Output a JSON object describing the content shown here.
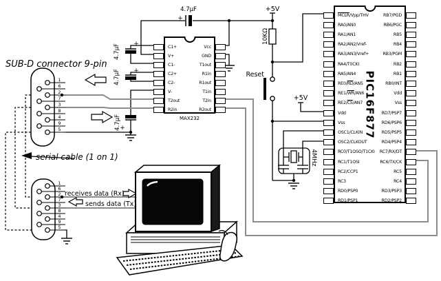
{
  "labels": {
    "subd_title": "SUB-D connector 9-pin",
    "serial_cable": "serial cable (1 on 1)",
    "receives": "receives data (Rx)",
    "sends": "sends data (Tx)",
    "reset": "Reset",
    "plus5v": "+5V",
    "resistor_value": "10KΩ",
    "crystal_value": "4MHz",
    "cap_value": "4.7µF",
    "plus": "+"
  },
  "max232": {
    "name": "MAX232",
    "left_pins": [
      "C1+",
      "V+",
      "C1-",
      "C2+",
      "C2-",
      "V-",
      "T2out",
      "R2in"
    ],
    "right_pins": [
      "Vcc",
      "GND",
      "T1out",
      "R1in",
      "R1out",
      "T1in",
      "T2in",
      "R2out"
    ]
  },
  "pic": {
    "name": "PIC16F877",
    "left_pins": [
      "MCLR/Vpp/THV",
      "RA0/AN0",
      "RA1/AN1",
      "RA2/AN2/Vref-",
      "RA3/AN3/Vref+",
      "RA4/T0CKI",
      "RA5/AN4",
      "RE0/RD/AN5",
      "RE1/WR/AN6",
      "RE2/CS/AN7",
      "Vdd",
      "Vss",
      "OSC1/CLKIN",
      "OSC2/CLKOUT",
      "RC0/T1OSO/T1CKI",
      "RC1/T1OSI",
      "RC2/CCP1",
      "RC3",
      "RD0/PSP0",
      "RD1/PSP1"
    ],
    "right_pins": [
      "RB7/PGD",
      "RB6/PGC",
      "RB5",
      "RB4",
      "RB3/PGM",
      "RB2",
      "RB1",
      "RB0/INT",
      "Vdd",
      "Vss",
      "RD7/PSP7",
      "RD6/PSP6",
      "RD5/PSP5",
      "RD4/PSP4",
      "RC7/RX/DT",
      "RC6/TX/CK",
      "RC5",
      "RC4",
      "RD3/PSP3",
      "RD2/PSP2"
    ],
    "overlined": [
      "MCLR",
      "RD",
      "WR",
      "CS"
    ]
  },
  "db9_top": {
    "pin_order": [
      "1",
      "6",
      "2",
      "7",
      "3",
      "8",
      "4",
      "9",
      "5"
    ]
  },
  "db9_bottom": {
    "pin_order": [
      "1",
      "6",
      "2",
      "7",
      "3",
      "8",
      "4",
      "9",
      "5"
    ]
  },
  "colors": {
    "wire": "#000000",
    "serial_wire": "#8c8c8c",
    "screen": "#070707"
  }
}
